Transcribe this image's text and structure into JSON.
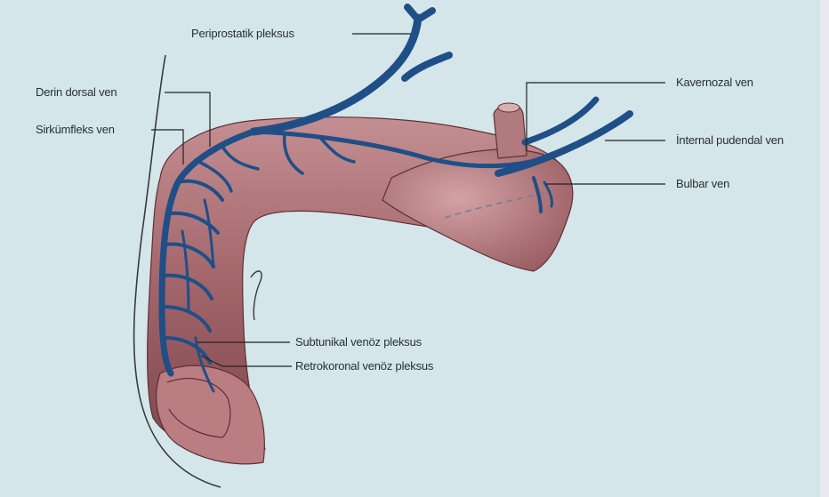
{
  "labels": {
    "periprostatik": "Periprostatik pleksus",
    "derin_dorsal": "Derin dorsal ven",
    "sirkumfleks": "Sirkümfleks ven",
    "kavernozal": "Kavernozal ven",
    "internal_pudendal": "İnternal pudendal ven",
    "bulbar": "Bulbar ven",
    "subtunikal": "Subtunikal venöz pleksus",
    "retrokoronal": "Retrokoronal venöz pleksus"
  },
  "colors": {
    "background": "#d4e6ea",
    "tissue": "#a86a6c",
    "tissue_light": "#c99597",
    "tissue_dark": "#7a4247",
    "vein": "#1f4f86",
    "vein_dark": "#153a66",
    "leader_line": "#222222"
  }
}
